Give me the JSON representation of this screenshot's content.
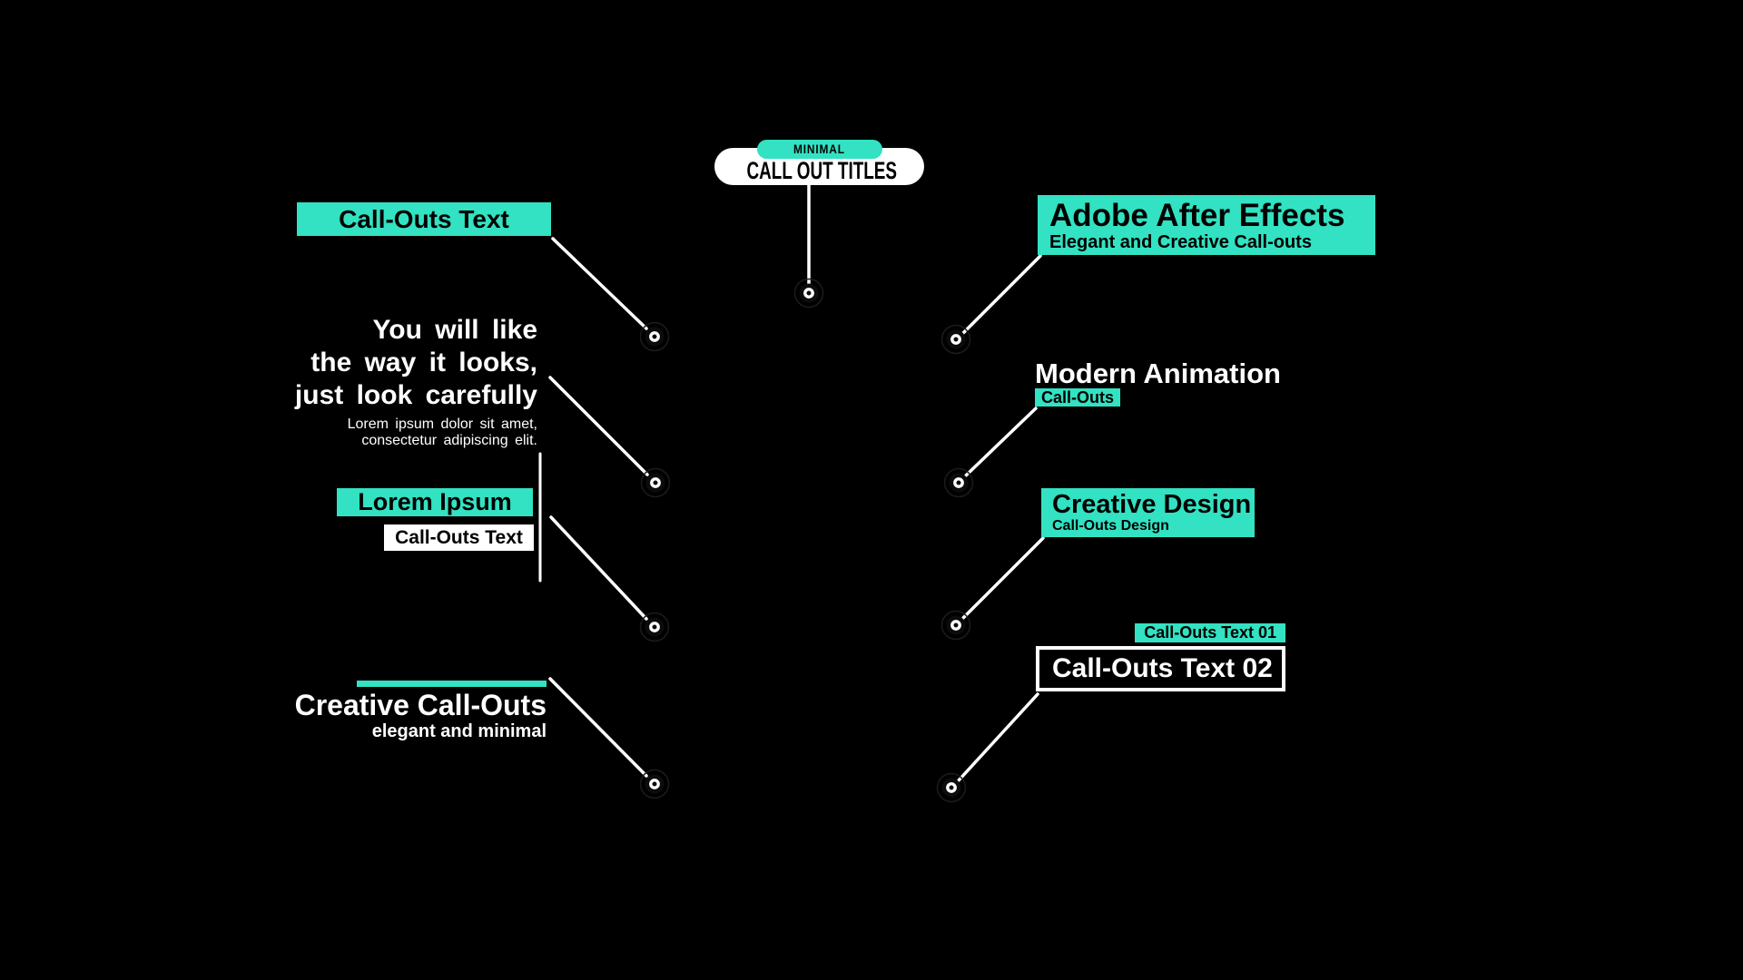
{
  "colors": {
    "accent": "#32E2C2",
    "background": "#000000",
    "text_light": "#FFFFFF",
    "text_dark": "#000000"
  },
  "header_badge": {
    "tag": "MINIMAL",
    "title": "CALL OUT TITLES"
  },
  "callouts": {
    "simple_text": {
      "label": "Call-Outs Text"
    },
    "quote": {
      "lines": [
        "You will like",
        "the way it looks,",
        "just look carefully"
      ],
      "sub_lines": [
        "Lorem ipsum dolor sit amet,",
        "consectetur adipiscing elit."
      ]
    },
    "lorem": {
      "title": "Lorem Ipsum",
      "subtitle": "Call-Outs Text"
    },
    "creative": {
      "title": "Creative Call-Outs",
      "subtitle": "elegant and minimal"
    },
    "adobe": {
      "title": "Adobe After Effects",
      "subtitle": "Elegant and Creative Call-outs"
    },
    "modern": {
      "title": "Modern Animation",
      "badge": "Call-Outs"
    },
    "design": {
      "title": "Creative Design",
      "subtitle": "Call-Outs Design"
    },
    "numbered": {
      "badge": "Call-Outs Text 01",
      "title": "Call-Outs Text 02"
    }
  }
}
